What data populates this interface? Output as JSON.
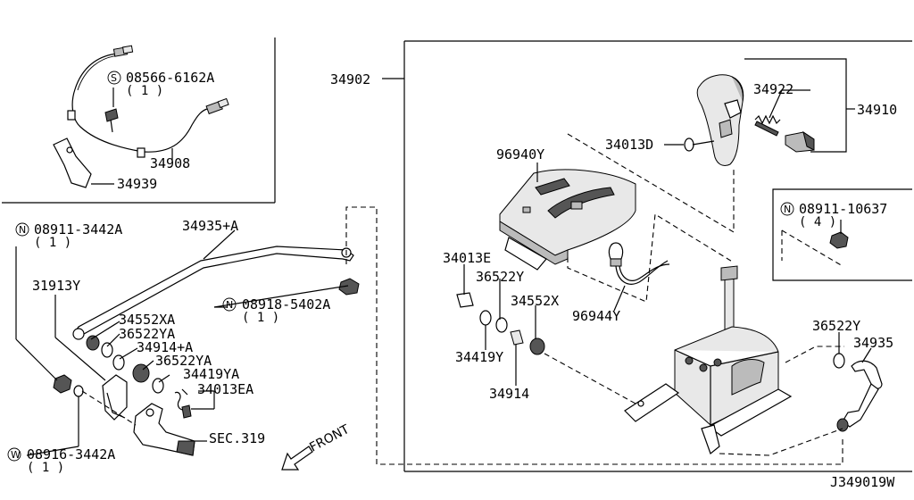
{
  "labels": {
    "p08566": "08566-6162A",
    "p08566_qty": "( 1 )",
    "p34908": "34908",
    "p34939": "34939",
    "p08911a": "08911-3442A",
    "p08911a_qty": "( 1 )",
    "p34935a": "34935+A",
    "p31913y": "31913Y",
    "p34552xa": "34552XA",
    "p36522ya_1": "36522YA",
    "p34914a": "34914+A",
    "p36522ya_2": "36522YA",
    "p34419ya": "34419YA",
    "p34013ea": "34013EA",
    "p08918": "08918-5402A",
    "p08918_qty": "( 1 )",
    "sec319": "SEC.319",
    "front": "FRONT",
    "p08916": "08916-3442A",
    "p08916_qty": "( 1 )",
    "p34902": "34902",
    "p34922": "34922",
    "p34910": "34910",
    "p34013d": "34013D",
    "p96940y": "96940Y",
    "p08911b": "08911-10637",
    "p08911b_qty": "( 4 )",
    "p34013e": "34013E",
    "p36522y_1": "36522Y",
    "p34552x": "34552X",
    "p96944y": "96944Y",
    "p34419y": "34419Y",
    "p34914": "34914",
    "p36522y_2": "36522Y",
    "p34935": "34935",
    "diagram_id": "J349019W"
  },
  "symbols": {
    "S": "S",
    "N": "N",
    "W": "W"
  }
}
